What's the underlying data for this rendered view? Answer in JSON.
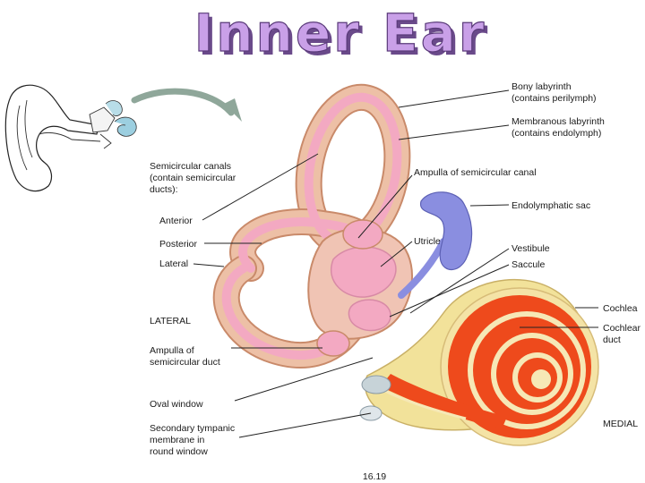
{
  "title": "Inner Ear",
  "figure_number": "16.19",
  "colors": {
    "title_fill": "#c9a0e8",
    "title_shadow": "#6a4a8a",
    "bony_labyrinth": "#e8b89a",
    "membranous": "#f0a8c0",
    "endolymphatic_sac": "#8a8ee0",
    "cochlea_outer": "#f2e29a",
    "cochlea_duct": "#ee4a1c",
    "arrow": "#8fa79a"
  },
  "labels_left": {
    "semicircular_canals": [
      "Semicircular canals",
      "(contain semicircular",
      "ducts):"
    ],
    "anterior": "Anterior",
    "posterior": "Posterior",
    "lateral_canal": "Lateral",
    "lateral_orientation": "LATERAL",
    "ampulla_duct": [
      "Ampulla of",
      "semicircular duct"
    ],
    "oval_window": "Oval window",
    "secondary_tympanic": [
      "Secondary tympanic",
      "membrane in",
      "round window"
    ]
  },
  "labels_right": {
    "bony_labyrinth": [
      "Bony labyrinth",
      "(contains perilymph)"
    ],
    "membranous_labyrinth": [
      "Membranous labyrinth",
      "(contains endolymph)"
    ],
    "ampulla_canal": "Ampulla of semicircular canal",
    "endolymphatic_sac": "Endolymphatic sac",
    "utricle": "Utricle",
    "vestibule": "Vestibule",
    "saccule": "Saccule",
    "cochlea": "Cochlea",
    "cochlear_duct": [
      "Cochlear",
      "duct"
    ],
    "medial_orientation": "MEDIAL"
  }
}
